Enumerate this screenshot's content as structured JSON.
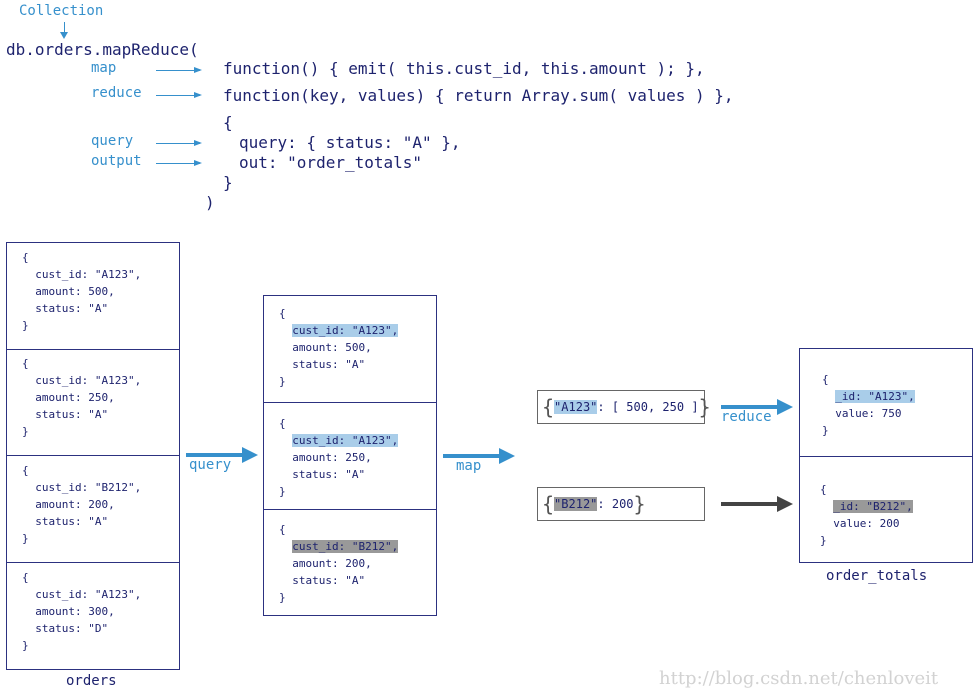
{
  "header": {
    "collection_label": "Collection",
    "call": "db.orders.mapReduce(",
    "labels": {
      "map": "map",
      "reduce": "reduce",
      "query": "query",
      "output": "output"
    },
    "lines": {
      "map": "function() { emit( this.cust_id, this.amount ); },",
      "reduce": "function(key, values) { return Array.sum( values ) },",
      "open_brace": "{",
      "query": "query: { status: \"A\" },",
      "out": "out: \"order_totals\"",
      "close_brace": "}",
      "close_paren": ")"
    }
  },
  "orders": {
    "caption": "orders",
    "docs": [
      {
        "cust_id": "cust_id: \"A123\",",
        "amount": "amount: 500,",
        "status": "status: \"A\""
      },
      {
        "cust_id": "cust_id: \"A123\",",
        "amount": "amount: 250,",
        "status": "status: \"A\""
      },
      {
        "cust_id": "cust_id: \"B212\",",
        "amount": "amount: 200,",
        "status": "status: \"A\""
      },
      {
        "cust_id": "cust_id: \"A123\",",
        "amount": "amount: 300,",
        "status": "status: \"D\""
      }
    ]
  },
  "filtered": {
    "docs": [
      {
        "cust_id": "cust_id: \"A123\",",
        "amount": "amount: 500,",
        "status": "status: \"A\""
      },
      {
        "cust_id": "cust_id: \"A123\",",
        "amount": "amount: 250,",
        "status": "status: \"A\""
      },
      {
        "cust_id": "cust_id: \"B212\",",
        "amount": "amount: 200,",
        "status": "status: \"A\""
      }
    ]
  },
  "arrows": {
    "query": "query",
    "map": "map",
    "reduce": "reduce"
  },
  "emitted": [
    {
      "key": "\"A123\"",
      "value": ": [ 500, 250 ]"
    },
    {
      "key": "\"B212\"",
      "value": ": 200"
    }
  ],
  "order_totals": {
    "caption": "order_totals",
    "docs": [
      {
        "id": "_id: \"A123\",",
        "value": "value: 750"
      },
      {
        "id": "_id: \"B212\",",
        "value": "value: 200"
      }
    ]
  },
  "doc_open": "{",
  "doc_close": "}",
  "brace_open": "{",
  "brace_close": "}",
  "watermark": "http://blog.csdn.net/chenloveit",
  "colors": {
    "accent": "#3690cc",
    "navy": "#1e236e",
    "highlight_blue": "#a9cde9",
    "highlight_gray": "#999999",
    "dark_arrow": "#444444"
  }
}
